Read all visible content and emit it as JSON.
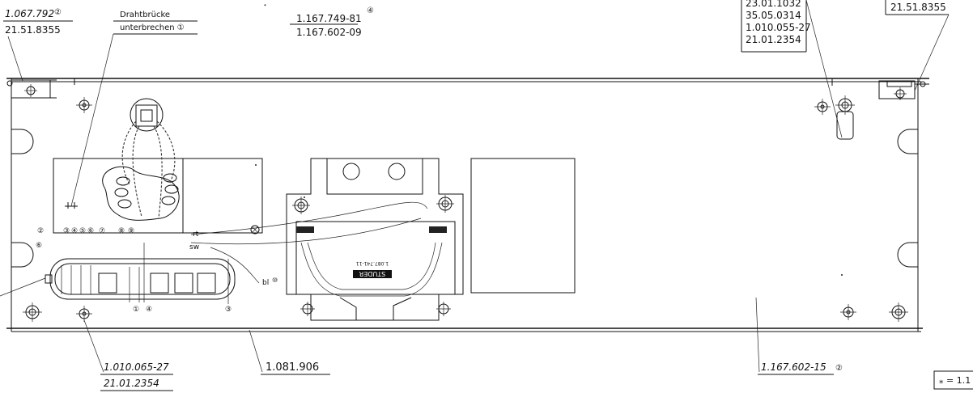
{
  "labels": {
    "drahtbruecke_line1": "Drahtbrücke",
    "drahtbruecke_line2": "unterbrechen ①",
    "part_top_left": "1.067.792",
    "part_top_left_note": "②",
    "code_top_left": "21.51.8355",
    "part_top_center": "1.167.749-81",
    "part_top_center_note": "④",
    "part_top_center_2": "1.167.602-09",
    "list_top_right": [
      "23.01.1032",
      "35.05.0314",
      "1.010.055-27",
      "21.01.2354"
    ],
    "code_top_right": "21.51.8355",
    "part_bottom_left": "1.010.065-27",
    "code_bottom_left": "21.01.2354",
    "part_bottom_center": "1.081.906",
    "part_bottom_right": "1.167.602-15",
    "part_bottom_right_note": "②",
    "scale_box": "⁎ = 1.1",
    "pcb_brand": "STUDER",
    "pcb_number": "1.087.741-11",
    "wire_bl": "bl",
    "wire_rt": "rt",
    "wire_sw": "sw",
    "terminal_numbers": [
      "②",
      "③",
      "④",
      "⑤",
      "⑥",
      "⑦",
      "⑧",
      "⑨",
      "①",
      "④",
      "③"
    ]
  }
}
